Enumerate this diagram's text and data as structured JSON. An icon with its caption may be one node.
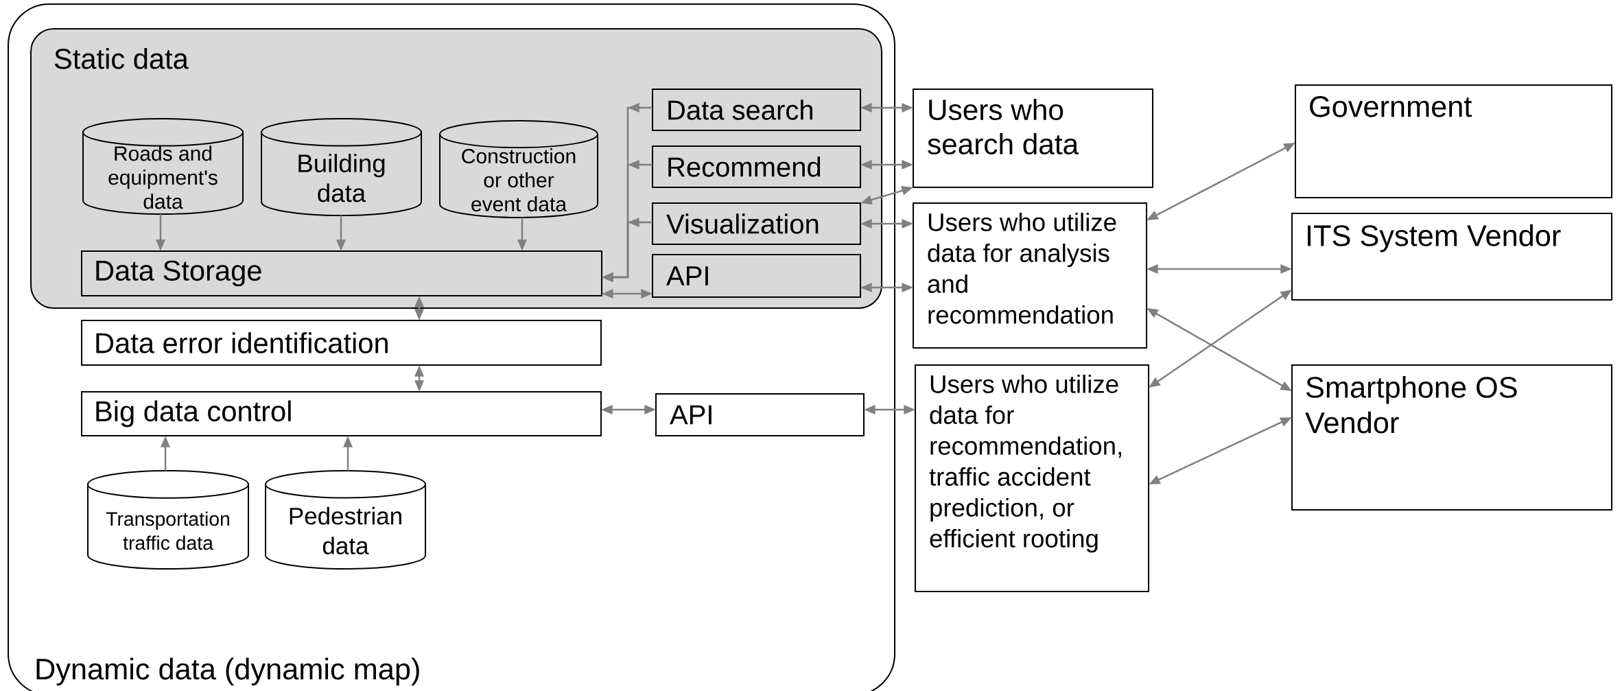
{
  "diagram": {
    "nodes": [
      {
        "text": [
          "Dynamic data (dynamic map)"
        ]
      },
      {
        "text": [
          "Static data"
        ],
        "in": 0
      },
      {
        "text": [
          "Roads and equipment's data"
        ],
        "in": 1
      },
      {
        "text": [
          "Building data"
        ],
        "in": 1
      },
      {
        "text": [
          "Construction or other event data"
        ],
        "in": 1
      },
      {
        "text": [
          "Data Storage"
        ],
        "in": 1
      },
      {
        "text": [
          "Data search"
        ],
        "in": 1
      },
      {
        "text": [
          "Recommend"
        ],
        "in": 1
      },
      {
        "text": [
          "Visualization"
        ],
        "in": 1
      },
      {
        "text": [
          "API"
        ],
        "in": 1
      },
      {
        "text": [
          "Data error identification"
        ],
        "in": 0
      },
      {
        "text": [
          "Big data control"
        ],
        "in": 0
      },
      {
        "text": [
          "API"
        ],
        "in": 0
      },
      {
        "text": [
          "Transportation traffic data"
        ],
        "in": 0
      },
      {
        "text": [
          "Pedestrian data"
        ],
        "in": 0
      },
      {
        "text": [
          "Users who search data"
        ]
      },
      {
        "text": [
          "Users who utilize data for analysis and recommendation"
        ]
      },
      {
        "text": [
          "Users who utilize data for recommendation, traffic accident prediction, or efficient rooting"
        ]
      },
      {
        "text": [
          "Government"
        ]
      },
      {
        "text": [
          "ITS System Vendor"
        ]
      },
      {
        "text": [
          "Smartphone OS Vendor"
        ]
      }
    ],
    "edges": [
      {
        "from": 2,
        "to": 5,
        "arrow": "to"
      },
      {
        "from": 3,
        "to": 5,
        "arrow": "to"
      },
      {
        "from": 4,
        "to": 5,
        "arrow": "to"
      },
      {
        "from": 6,
        "to": 5,
        "arrow": "to"
      },
      {
        "from": 7,
        "to": 5,
        "arrow": "to"
      },
      {
        "from": 8,
        "to": 5,
        "arrow": "to"
      },
      {
        "from": 5,
        "to": 10,
        "arrow": "both"
      },
      {
        "from": 10,
        "to": 11,
        "arrow": "both"
      },
      {
        "from": 5,
        "to": 9,
        "arrow": "both"
      },
      {
        "from": 11,
        "to": 12,
        "arrow": "both"
      },
      {
        "from": 13,
        "to": 11,
        "arrow": "to"
      },
      {
        "from": 14,
        "to": 11,
        "arrow": "to"
      },
      {
        "from": 6,
        "to": 15,
        "arrow": "both"
      },
      {
        "from": 7,
        "to": 15,
        "arrow": "both"
      },
      {
        "from": 8,
        "to": 15,
        "arrow": "both"
      },
      {
        "from": 8,
        "to": 16,
        "arrow": "both"
      },
      {
        "from": 9,
        "to": 16,
        "arrow": "both"
      },
      {
        "from": 12,
        "to": 17,
        "arrow": "both"
      },
      {
        "from": 16,
        "to": 18,
        "arrow": "both"
      },
      {
        "from": 16,
        "to": 19,
        "arrow": "both"
      },
      {
        "from": 16,
        "to": 20,
        "arrow": "both"
      },
      {
        "from": 17,
        "to": 19,
        "arrow": "both"
      },
      {
        "from": 17,
        "to": 20,
        "arrow": "both"
      }
    ]
  }
}
